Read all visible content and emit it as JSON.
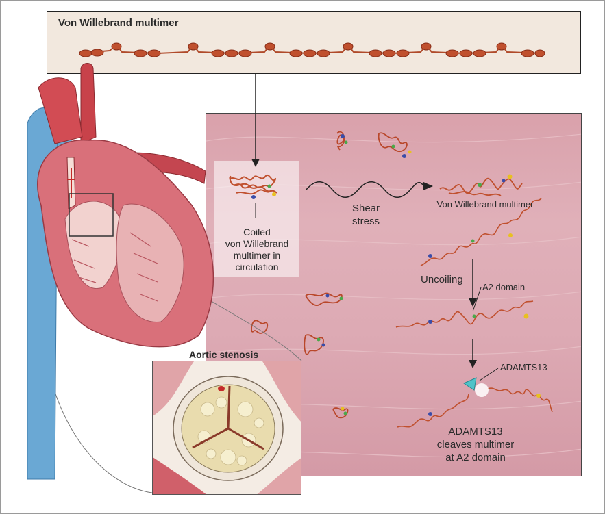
{
  "top_panel": {
    "title": "Von Willebrand multimer"
  },
  "labels": {
    "coiled_line1": "Coiled",
    "coiled_line2": "von Willebrand",
    "coiled_line3": "multimer in",
    "coiled_line4": "circulation",
    "shear_line1": "Shear",
    "shear_line2": "stress",
    "vwf_multimer": "Von Willebrand multimer",
    "uncoiling": "Uncoiling",
    "a2_domain": "A2 domain",
    "adamts13": "ADAMTS13",
    "cleaves_line1": "ADAMTS13",
    "cleaves_line2": "cleaves multimer",
    "cleaves_line3": "at A2 domain",
    "aortic_stenosis": "Aortic stenosis"
  },
  "colors": {
    "multimer": "#c0502e",
    "tissue": "#dba6b0",
    "vein_blue": "#6aa8d4",
    "artery_red": "#c8424a",
    "myocardium": "#d9707a",
    "valve_calcium": "#e9dcae",
    "adamts13_teal": "#4fc3c8"
  },
  "icons": [
    "heart-illustration",
    "multimer-chain",
    "coiled-multimer-blob",
    "shear-wave-arrow",
    "uncoiled-strand",
    "adamts13-enzyme",
    "aortic-valve-illustration"
  ]
}
